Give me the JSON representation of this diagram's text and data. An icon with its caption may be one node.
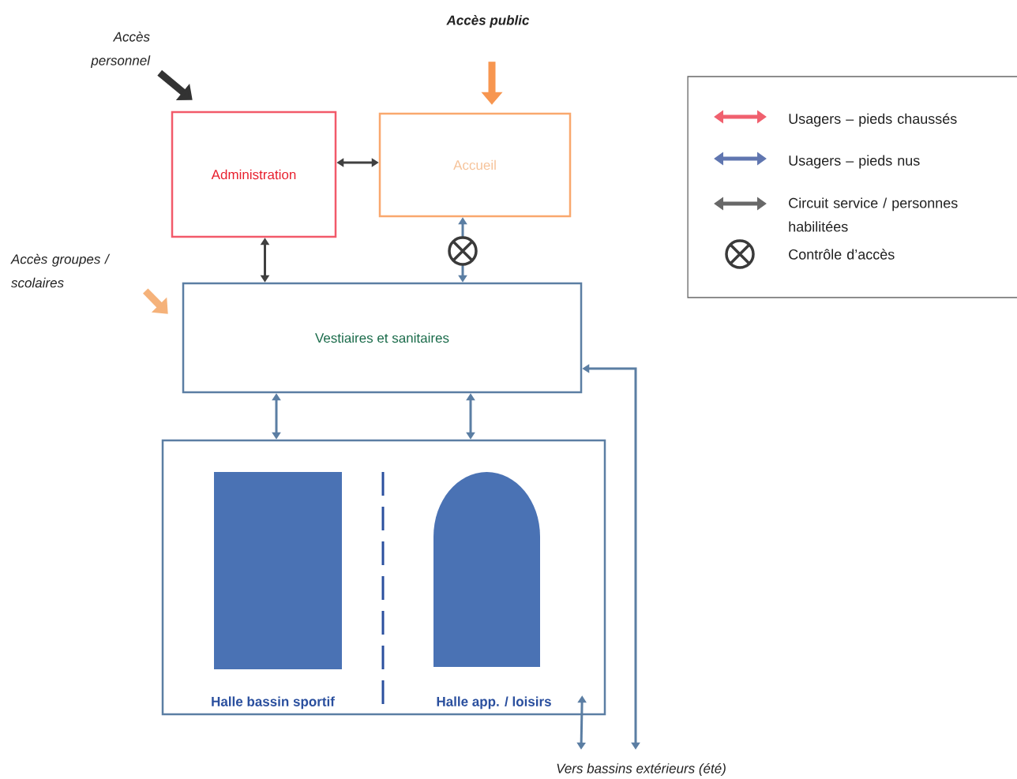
{
  "diagram": {
    "nodes": [
      {
        "text": [
          "Administration"
        ]
      },
      {
        "text": [
          "Accueil"
        ]
      },
      {
        "text": [
          "Vestiaires et sanitaires"
        ]
      },
      {
        "text": [],
        "shape": "box"
      },
      {
        "text": [
          "Halle bassin sportif"
        ],
        "in": 3
      },
      {
        "text": [
          "Halle app. / loisirs"
        ],
        "in": 3
      },
      {
        "text": [
          "Accès personnel"
        ]
      },
      {
        "text": [
          "Accès public"
        ]
      },
      {
        "text": [
          "Accès groupes / scolaires"
        ]
      },
      {
        "text": [
          "Vers bassins extérieurs (été)"
        ]
      }
    ],
    "edges": [
      {
        "from": 6,
        "to": 0,
        "arrow": "to",
        "style": "thick",
        "color": "#333333"
      },
      {
        "from": 7,
        "to": 1,
        "arrow": "to",
        "style": "thick",
        "color": "#f79650"
      },
      {
        "from": 8,
        "to": 2,
        "arrow": "to",
        "style": "thick",
        "color": "#f5b27a"
      },
      {
        "from": 0,
        "to": 1,
        "arrow": "both",
        "color": "#404040"
      },
      {
        "from": 0,
        "to": 2,
        "arrow": "both",
        "color": "#404040"
      },
      {
        "from": 1,
        "to": 2,
        "arrow": "both"
      },
      {
        "from": 2,
        "to": 3,
        "arrow": "both"
      },
      {
        "from": 2,
        "to": 3,
        "arrow": "both"
      },
      {
        "from": 3,
        "to": 9,
        "arrow": "both"
      },
      {
        "from": 2,
        "to": 9,
        "arrow": "both"
      }
    ],
    "legend": [
      {
        "text": "Usagers – pieds chaussés"
      },
      {
        "text": "Usagers – pieds nus"
      },
      {
        "text": "Circuit service / personnes habilitées"
      },
      {
        "text": "Contrôle d’accès"
      }
    ]
  }
}
